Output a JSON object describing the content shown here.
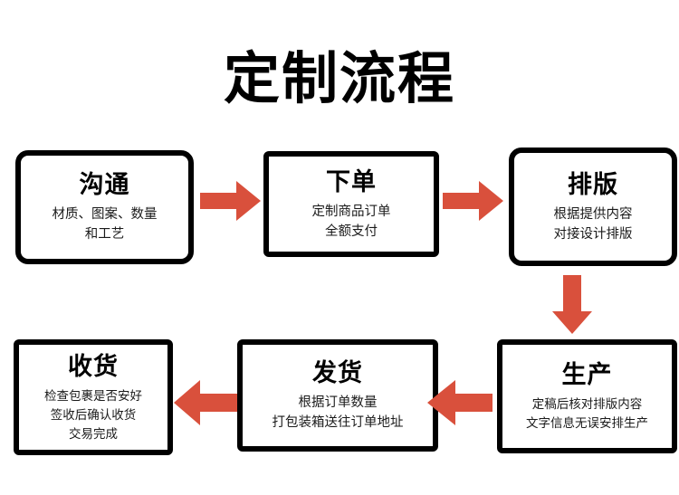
{
  "page": {
    "title": "定制流程",
    "background_color": "#ffffff",
    "box_border_color": "#000000",
    "arrow_color": "#d9503c",
    "text_color": "#000000"
  },
  "steps": [
    {
      "id": "goutong",
      "order": 1,
      "title": "沟通",
      "desc": "材质、图案、数量\n和工艺"
    },
    {
      "id": "xiadan",
      "order": 2,
      "title": "下单",
      "desc": "定制商品订单\n全额支付"
    },
    {
      "id": "paiban",
      "order": 3,
      "title": "排版",
      "desc": "根据提供内容\n对接设计排版"
    },
    {
      "id": "shengchan",
      "order": 4,
      "title": "生产",
      "desc": "定稿后核对排版内容\n文字信息无误安排生产"
    },
    {
      "id": "fahuo",
      "order": 5,
      "title": "发货",
      "desc": "根据订单数量\n打包装箱送往订单地址"
    },
    {
      "id": "shouhuo",
      "order": 6,
      "title": "收货",
      "desc": "检查包裹是否安好\n签收后确认收货\n交易完成"
    }
  ],
  "arrows": [
    {
      "id": "arrow-1",
      "direction": "right",
      "from": "沟通",
      "to": "下单",
      "color": "#d9503c"
    },
    {
      "id": "arrow-2",
      "direction": "right",
      "from": "下单",
      "to": "排版",
      "color": "#d9503c"
    },
    {
      "id": "arrow-3",
      "direction": "down",
      "from": "排版",
      "to": "生产",
      "color": "#d9503c"
    },
    {
      "id": "arrow-4",
      "direction": "left",
      "from": "生产",
      "to": "发货",
      "color": "#d9503c"
    },
    {
      "id": "arrow-5",
      "direction": "left",
      "from": "发货",
      "to": "收货",
      "color": "#d9503c"
    }
  ]
}
